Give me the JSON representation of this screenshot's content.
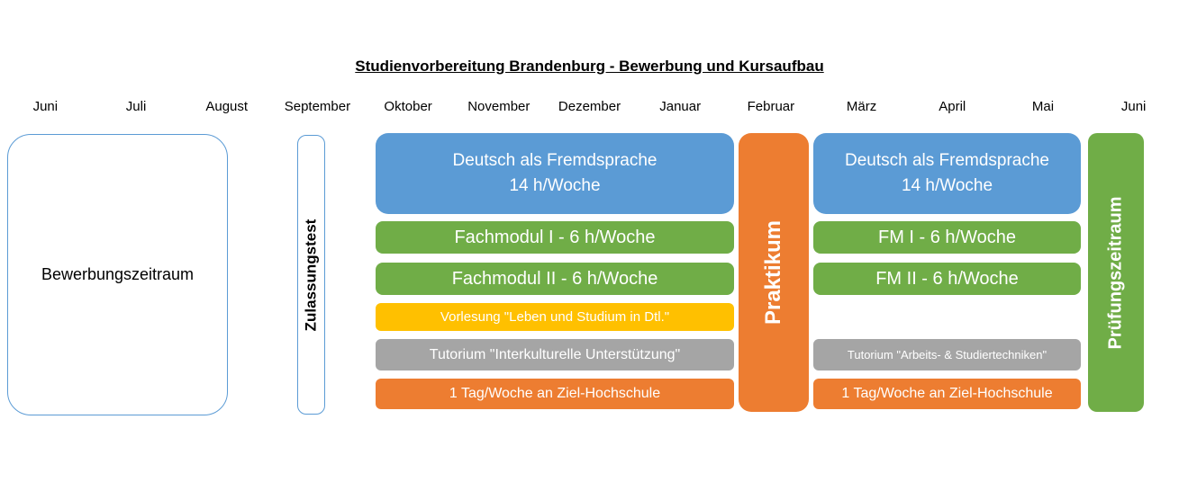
{
  "title": "Studienvorbereitung Brandenburg - Bewerbung und Kursaufbau",
  "months": [
    "Juni",
    "Juli",
    "August",
    "September",
    "Oktober",
    "November",
    "Dezember",
    "Januar",
    "Februar",
    "März",
    "April",
    "Mai",
    "Juni"
  ],
  "colors": {
    "blue": "#5B9BD5",
    "green": "#70AD47",
    "yellow": "#FFC000",
    "gray": "#A5A5A5",
    "orange": "#ED7D31",
    "outline_border": "#5B9BD5"
  },
  "phases": {
    "bewerbungszeitraum": "Bewerbungszeitraum",
    "zulassungstest": "Zulassungstest",
    "praktikum": "Praktikum",
    "pruefungszeitraum": "Prüfungszeitraum"
  },
  "semester1": {
    "daf_line1": "Deutsch als Fremdsprache",
    "daf_line2": "14 h/Woche",
    "fachmodul1": "Fachmodul I - 6 h/Woche",
    "fachmodul2": "Fachmodul II - 6 h/Woche",
    "vorlesung": "Vorlesung \"Leben und Studium in Dtl.\"",
    "tutorium": "Tutorium \"Interkulturelle  Unterstützung\"",
    "hochschultag": "1 Tag/Woche an Ziel-Hochschule"
  },
  "semester2": {
    "daf_line1": "Deutsch als Fremdsprache",
    "daf_line2": "14 h/Woche",
    "fachmodul1": "FM I - 6 h/Woche",
    "fachmodul2": "FM II - 6 h/Woche",
    "tutorium": "Tutorium \"Arbeits- & Studiertechniken\"",
    "hochschultag": "1 Tag/Woche an Ziel-Hochschule"
  }
}
